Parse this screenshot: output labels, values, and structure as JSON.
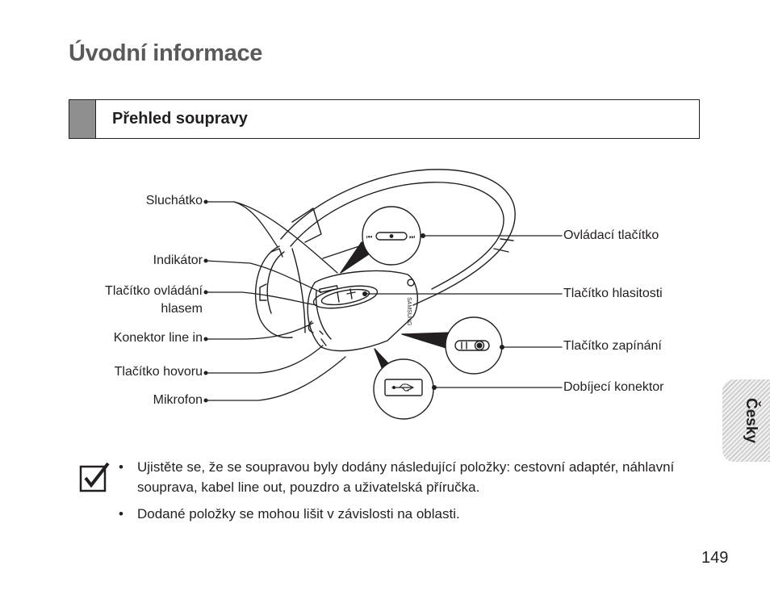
{
  "page": {
    "title": "Úvodní informace",
    "section_heading": "Přehled soupravy",
    "language_tab": "Česky",
    "page_number": "149"
  },
  "diagram": {
    "labels_left": {
      "sluchatko": "Sluchátko",
      "indikator": "Indikátor",
      "tlacitko_ovladani_line1": "Tlačítko ovládání",
      "tlacitko_ovladani_line2": "hlasem",
      "konektor_line_in": "Konektor line in",
      "tlacitko_hovoru": "Tlačítko hovoru",
      "mikrofon": "Mikrofon"
    },
    "labels_right": {
      "ovladaci_tlacitko": "Ovládací tlačítko",
      "tlacitko_hlasitosti": "Tlačítko hlasitosti",
      "tlacitko_zapinani": "Tlačítko zapínání",
      "dobijeci_konektor": "Dobíjecí konektor"
    },
    "brand_text": "SAMSUNG",
    "icons": [
      "checkbox-icon",
      "usb-port-icon",
      "power-switch-icon",
      "control-switch-icon"
    ]
  },
  "notes": {
    "items": [
      "Ujistěte se, že se soupravou byly dodány následující položky: cestovní adaptér, náhlavní souprava, kabel line out, pouzdro a uživatelská příručka.",
      "Dodané položky se mohou lišit v závislosti na oblasti."
    ],
    "bullet": "•"
  }
}
